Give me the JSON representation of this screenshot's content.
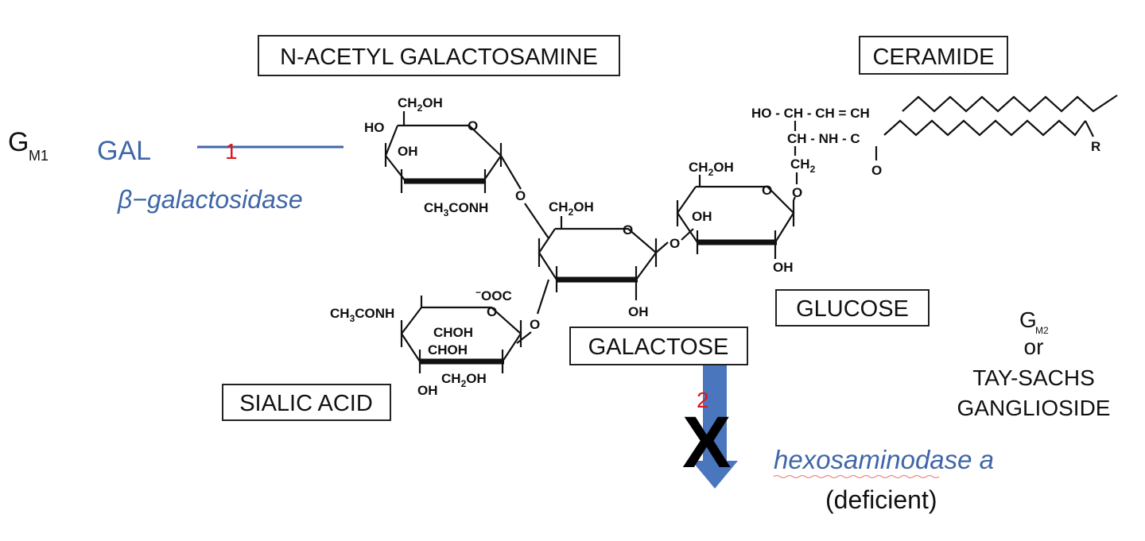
{
  "labels": {
    "n_acetyl": "N-ACETYL GALACTOSAMINE",
    "ceramide": "CERAMIDE",
    "glucose": "GLUCOSE",
    "galactose": "GALACTOSE",
    "sialic": "SIALIC ACID"
  },
  "gm1": {
    "letter": "G",
    "sub": "M1"
  },
  "gal": "GAL",
  "step1": "1",
  "step2": "2",
  "enzyme1": "β−galactosidase",
  "enzyme2": "hexosaminodase a",
  "deficient": "(deficient)",
  "gm2": {
    "letter": "G",
    "sub": "M2",
    "or": "or",
    "line1": "TAY-SACHS",
    "line2": "GANGLIOSIDE"
  },
  "block_mark": "X",
  "chem": {
    "ch2oh": "CH",
    "ch2_sub": "2",
    "oh_suffix": "OH",
    "ho": "HO",
    "oh": "OH",
    "o": "O",
    "ch3conh_a": "CH",
    "ch3_sub": "3",
    "conh": "CONH",
    "ooc": "OOC",
    "ooc_minus": "−",
    "chohchoh1": "CHOH",
    "chohchoh2": "CHOH",
    "ceramide_row1": "HO - CH - CH = CH",
    "ceramide_row2": "CH - NH - C",
    "ceramide_ch2": "CH",
    "ceramide_o": "O",
    "r": "R"
  },
  "colors": {
    "blue": "#3f66a8",
    "red": "#e0161b",
    "arrow": "#4a76bd"
  }
}
